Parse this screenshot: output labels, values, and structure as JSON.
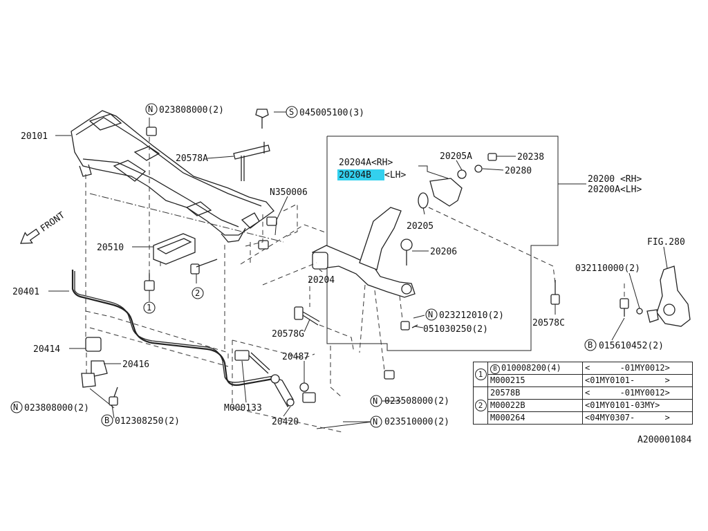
{
  "figure_id": "A200001084",
  "front_label": "FRONT",
  "fig_ref": "FIG.280",
  "parts": {
    "p20101": "20101",
    "p20578A": "20578A",
    "p20510": "20510",
    "p20401": "20401",
    "p20414": "20414",
    "p20416": "20416",
    "pM000133": "M000133",
    "p20420": "20420",
    "p20487": "20487",
    "p20578G": "20578G",
    "p20204": "20204",
    "p20204A": "20204A<RH>",
    "p20204B_code": "20204B",
    "p20204B_suffix": "<LH>",
    "p20205A": "20205A",
    "p20238": "20238",
    "p20280": "20280",
    "p20205": "20205",
    "p20206": "20206",
    "p20200": "20200  <RH>",
    "p20200A": "20200A<LH>",
    "p20578C": "20578C",
    "pN350006": "N350006",
    "n023808000_top": "023808000(2)",
    "s045005100": "045005100(3)",
    "n023212010": "023212010(2)",
    "p051030250": "051030250(2)",
    "n023808000_bot": "023808000(2)",
    "b012308250": "012308250(2)",
    "n023508000": "023508000(2)",
    "n023510000": "023510000(2)",
    "p032110000": "032110000(2)",
    "b015610452": "015610452(2)"
  },
  "prefix": {
    "N": "N",
    "S": "S",
    "B": "B"
  },
  "callouts": {
    "one": "1",
    "two": "2"
  },
  "highlight_color": "#33d0ee",
  "variant_table": {
    "rows": [
      {
        "group": "1",
        "show_group": true,
        "prefix": "B",
        "code": "010008200(4)",
        "range": "<      -01MY0012>"
      },
      {
        "group": "1",
        "show_group": false,
        "prefix": "",
        "code": "M000215",
        "range": "<01MY0101-      >"
      },
      {
        "group": "2",
        "show_group": false,
        "prefix": "",
        "code": "20578B",
        "range": "<      -01MY0012>"
      },
      {
        "group": "2",
        "show_group": true,
        "prefix": "",
        "code": "M00022B",
        "range": "<01MY0101-03MY>"
      },
      {
        "group": "2",
        "show_group": false,
        "prefix": "",
        "code": "M000264",
        "range": "<04MY0307-      >"
      }
    ]
  }
}
